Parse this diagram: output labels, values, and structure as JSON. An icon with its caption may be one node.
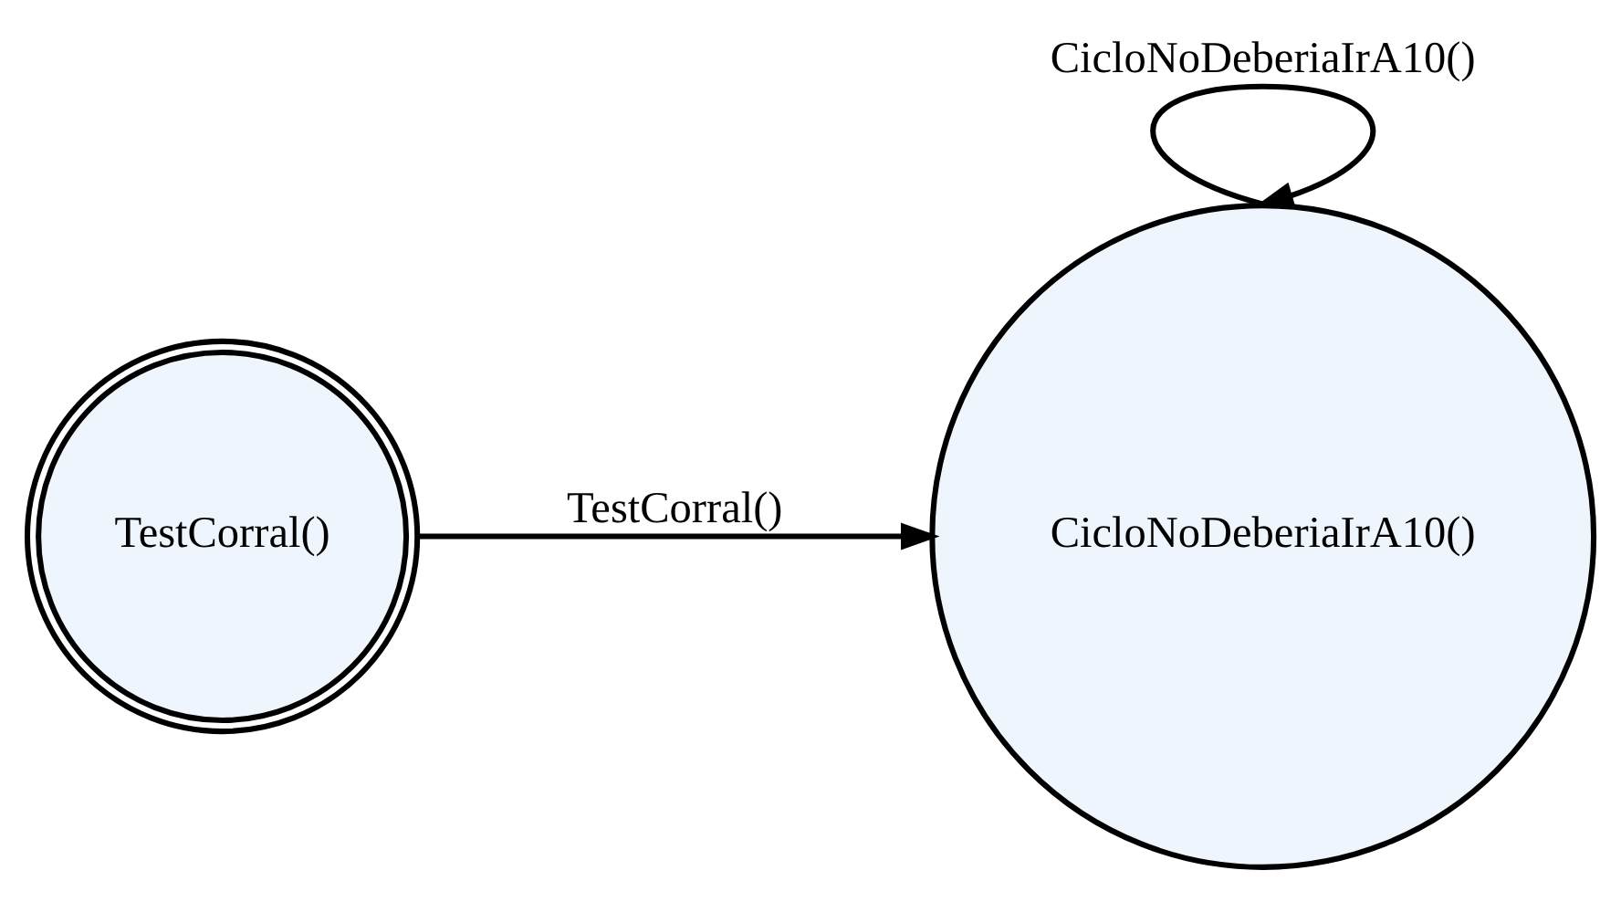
{
  "diagram": {
    "nodes": [
      {
        "text": [
          "TestCorral()"
        ]
      },
      {
        "text": [
          "CicloNoDeberiaIrA10()"
        ]
      }
    ],
    "edges": [
      {
        "from": 0,
        "to": 1,
        "arrow": "to",
        "label": "TestCorral()"
      },
      {
        "from": 1,
        "to": 1,
        "arrow": "to",
        "label": "CicloNoDeberiaIrA10()"
      }
    ]
  }
}
